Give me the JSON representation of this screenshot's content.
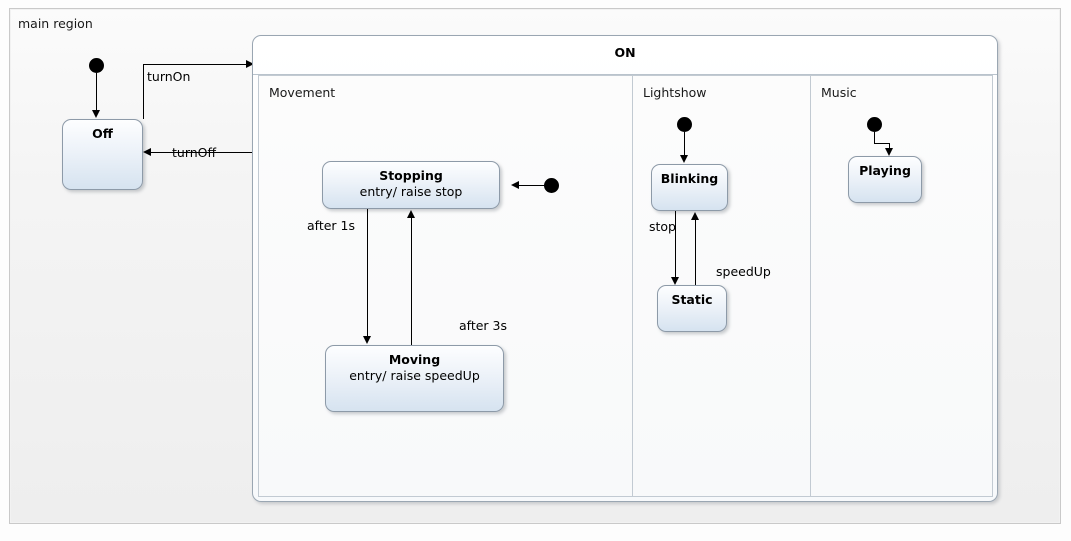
{
  "diagram": {
    "type": "uml-statechart",
    "main_region_label": "main region",
    "colors": {
      "state_fill_top": "#fdfeff",
      "state_fill_bottom": "#d6e3f0",
      "state_border": "#8d9aa8",
      "composite_border": "#9aa6b2",
      "canvas_background": "#eeeeee",
      "line": "#000000"
    }
  },
  "top_level": {
    "off_state": {
      "name": "Off"
    },
    "composite": {
      "title": "ON",
      "regions": [
        {
          "label": "Movement"
        },
        {
          "label": "Lightshow"
        },
        {
          "label": "Music"
        }
      ]
    },
    "transitions": [
      {
        "label": "turnOn",
        "from": "Off",
        "to": "ON"
      },
      {
        "label": "turnOff",
        "from": "ON",
        "to": "Off"
      }
    ]
  },
  "movement": {
    "states": [
      {
        "name": "Stopping",
        "body": "entry/ raise stop"
      },
      {
        "name": "Moving",
        "body": "entry/ raise speedUp"
      }
    ],
    "transitions": [
      {
        "label": "after 1s",
        "from": "Stopping",
        "to": "Moving"
      },
      {
        "label": "after 3s",
        "from": "Moving",
        "to": "Stopping"
      }
    ]
  },
  "lightshow": {
    "states": [
      {
        "name": "Blinking"
      },
      {
        "name": "Static"
      }
    ],
    "transitions": [
      {
        "label": "stop",
        "from": "Blinking",
        "to": "Static"
      },
      {
        "label": "speedUp",
        "from": "Static",
        "to": "Blinking"
      }
    ]
  },
  "music": {
    "states": [
      {
        "name": "Playing"
      }
    ],
    "transitions": []
  }
}
